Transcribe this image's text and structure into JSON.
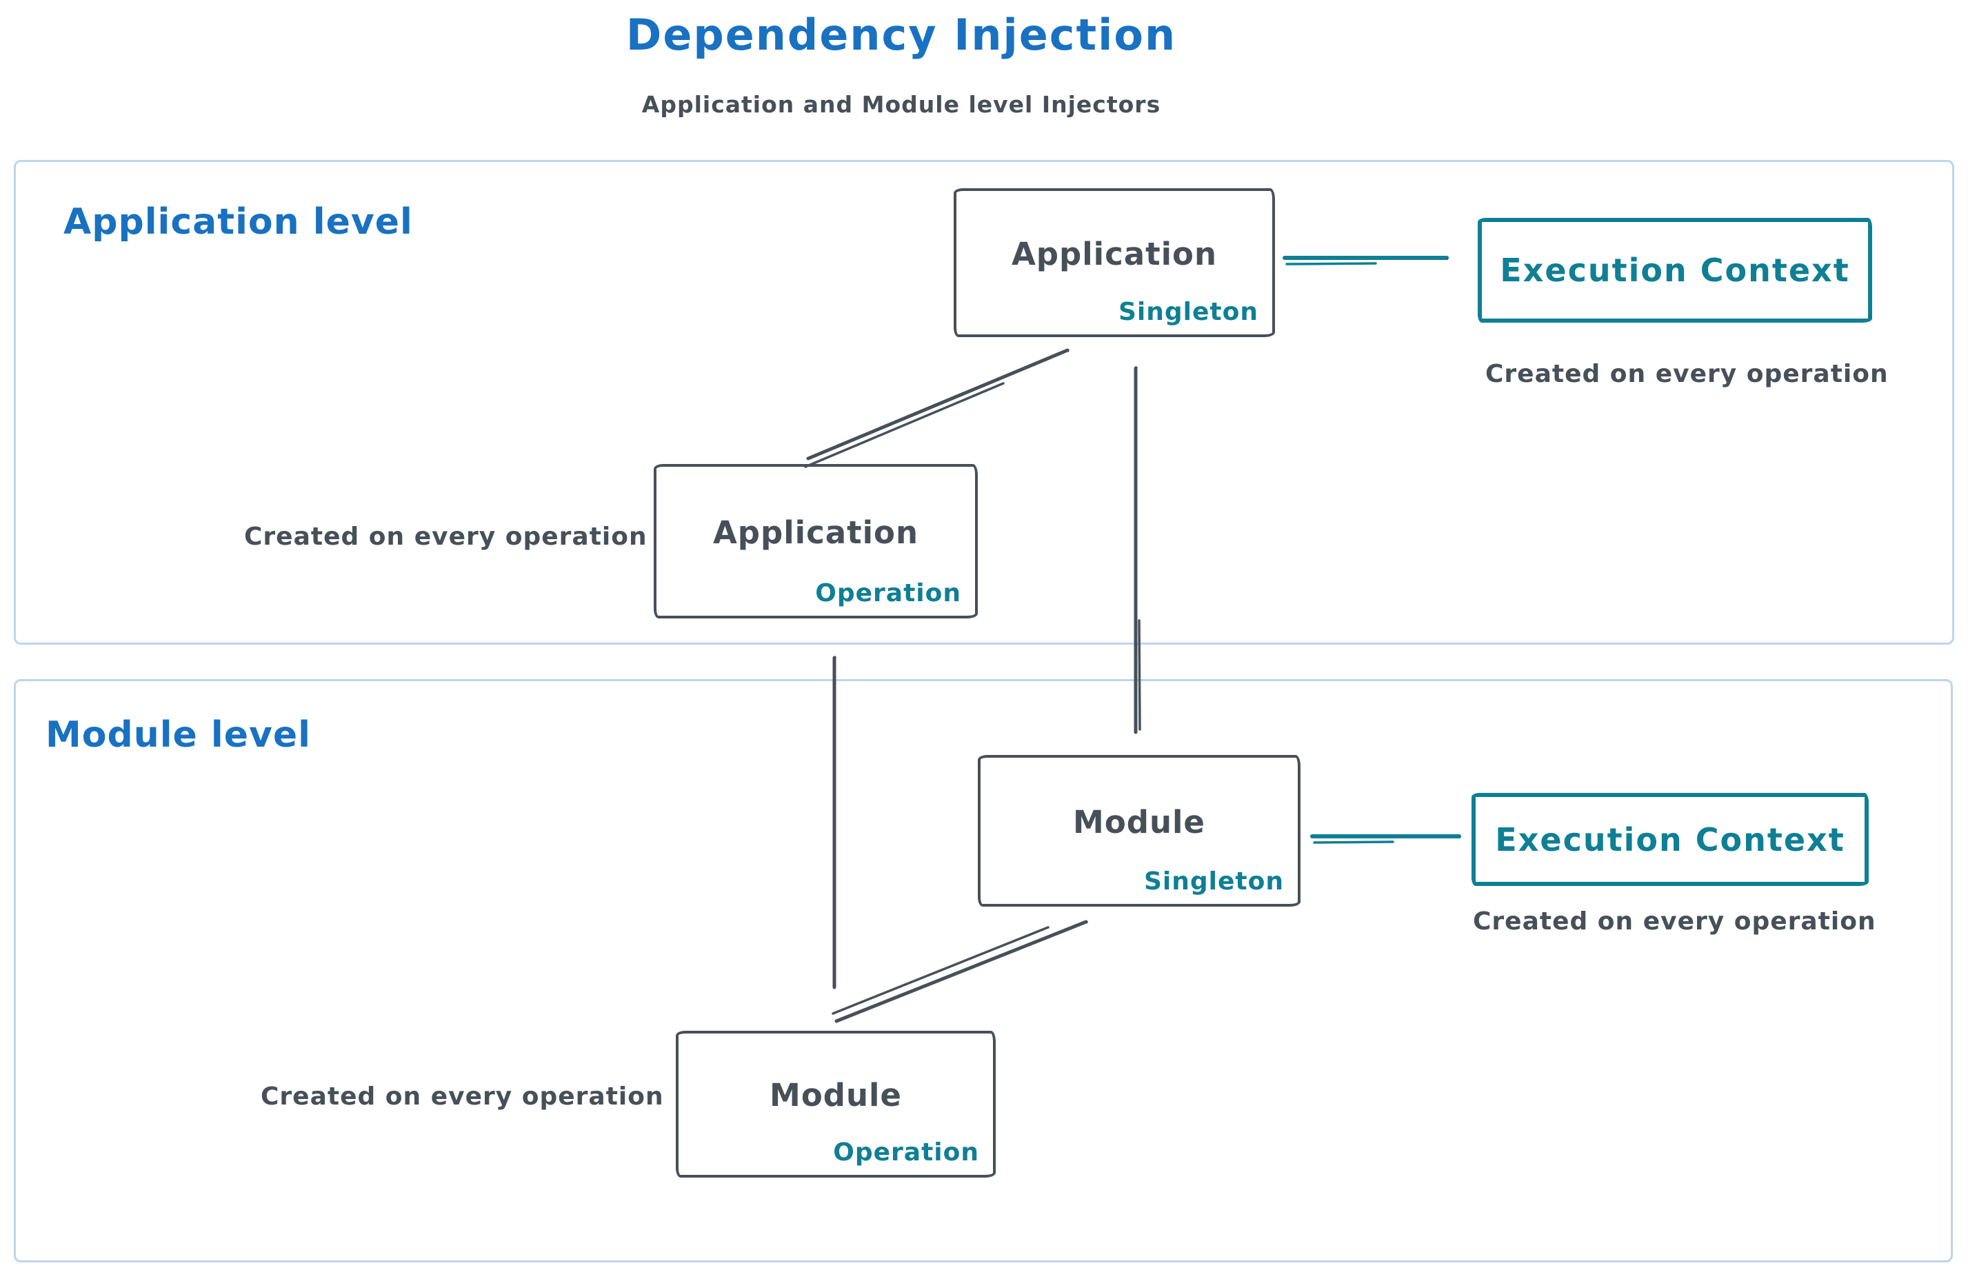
{
  "title": "Dependency Injection",
  "subtitle": "Application and Module level Injectors",
  "colors": {
    "accent_blue": "#1971c2",
    "ink_dark": "#475059",
    "accent_teal": "#0e7f95",
    "section_border_light_blue": "#bdd5ee"
  },
  "sections": {
    "application": {
      "label": "Application level",
      "singleton_box": {
        "title": "Application",
        "badge": "Singleton"
      },
      "operation_box": {
        "title": "Application",
        "badge": "Operation"
      },
      "operation_note": "Created on every operation",
      "execution_context": {
        "label": "Execution Context",
        "note": "Created on every operation"
      }
    },
    "module": {
      "label": "Module level",
      "singleton_box": {
        "title": "Module",
        "badge": "Singleton"
      },
      "operation_box": {
        "title": "Module",
        "badge": "Operation"
      },
      "operation_note": "Created on every operation",
      "execution_context": {
        "label": "Execution Context",
        "note": "Created on every operation"
      }
    }
  }
}
